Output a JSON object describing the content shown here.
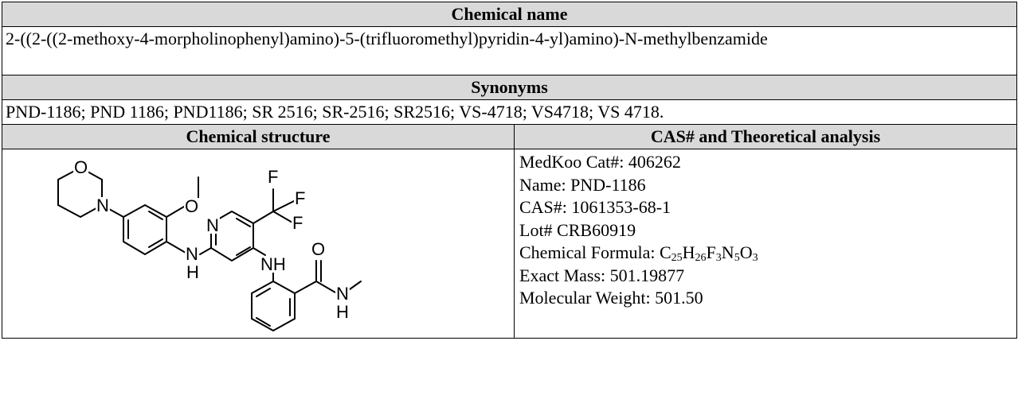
{
  "table": {
    "chemical_name_header": "Chemical name",
    "chemical_name": "2-((2-((2-methoxy-4-morpholinophenyl)amino)-5-(trifluoromethyl)pyridin-4-yl)amino)-N-methylbenzamide",
    "synonyms_header": "Synonyms",
    "synonyms": "PND-1186; PND 1186; PND1186; SR 2516; SR-2516; SR2516; VS-4718; VS4718; VS 4718.",
    "structure_header": "Chemical structure",
    "analysis_header": "CAS# and Theoretical analysis"
  },
  "analysis": {
    "cat": "MedKoo Cat#: 406262",
    "name": "Name: PND-1186",
    "cas": "CAS#: 1061353-68-1",
    "lot": "Lot# CRB60919",
    "formula_label": "Chemical Formula: ",
    "formula_parts": [
      {
        "t": "C",
        "s": "25"
      },
      {
        "t": "H",
        "s": "26"
      },
      {
        "t": "F",
        "s": "3"
      },
      {
        "t": "N",
        "s": "5"
      },
      {
        "t": "O",
        "s": "3"
      }
    ],
    "exact_mass": "Exact Mass: 501.19877",
    "mol_weight": "Molecular Weight: 501.50"
  },
  "structure_atoms": {
    "O": "O",
    "N": "N",
    "F": "F",
    "H": "H",
    "NH": "NH"
  }
}
